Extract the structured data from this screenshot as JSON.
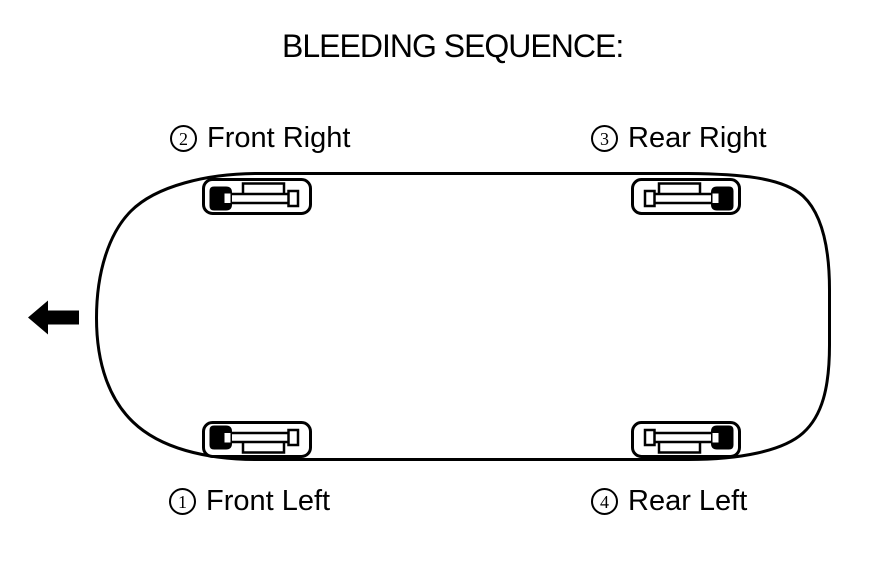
{
  "title": "BLEEDING SEQUENCE:",
  "labels": {
    "front_right": {
      "number": "2",
      "text": "Front Right"
    },
    "rear_right": {
      "number": "3",
      "text": "Rear Right"
    },
    "front_left": {
      "number": "1",
      "text": "Front Left"
    },
    "rear_left": {
      "number": "4",
      "text": "Rear Left"
    }
  },
  "icons": {
    "front_arrow": "left-arrow",
    "wheel": "brake-caliper-with-bleeder"
  },
  "colors": {
    "line": "#000000",
    "background": "#ffffff",
    "text": "#000000"
  }
}
